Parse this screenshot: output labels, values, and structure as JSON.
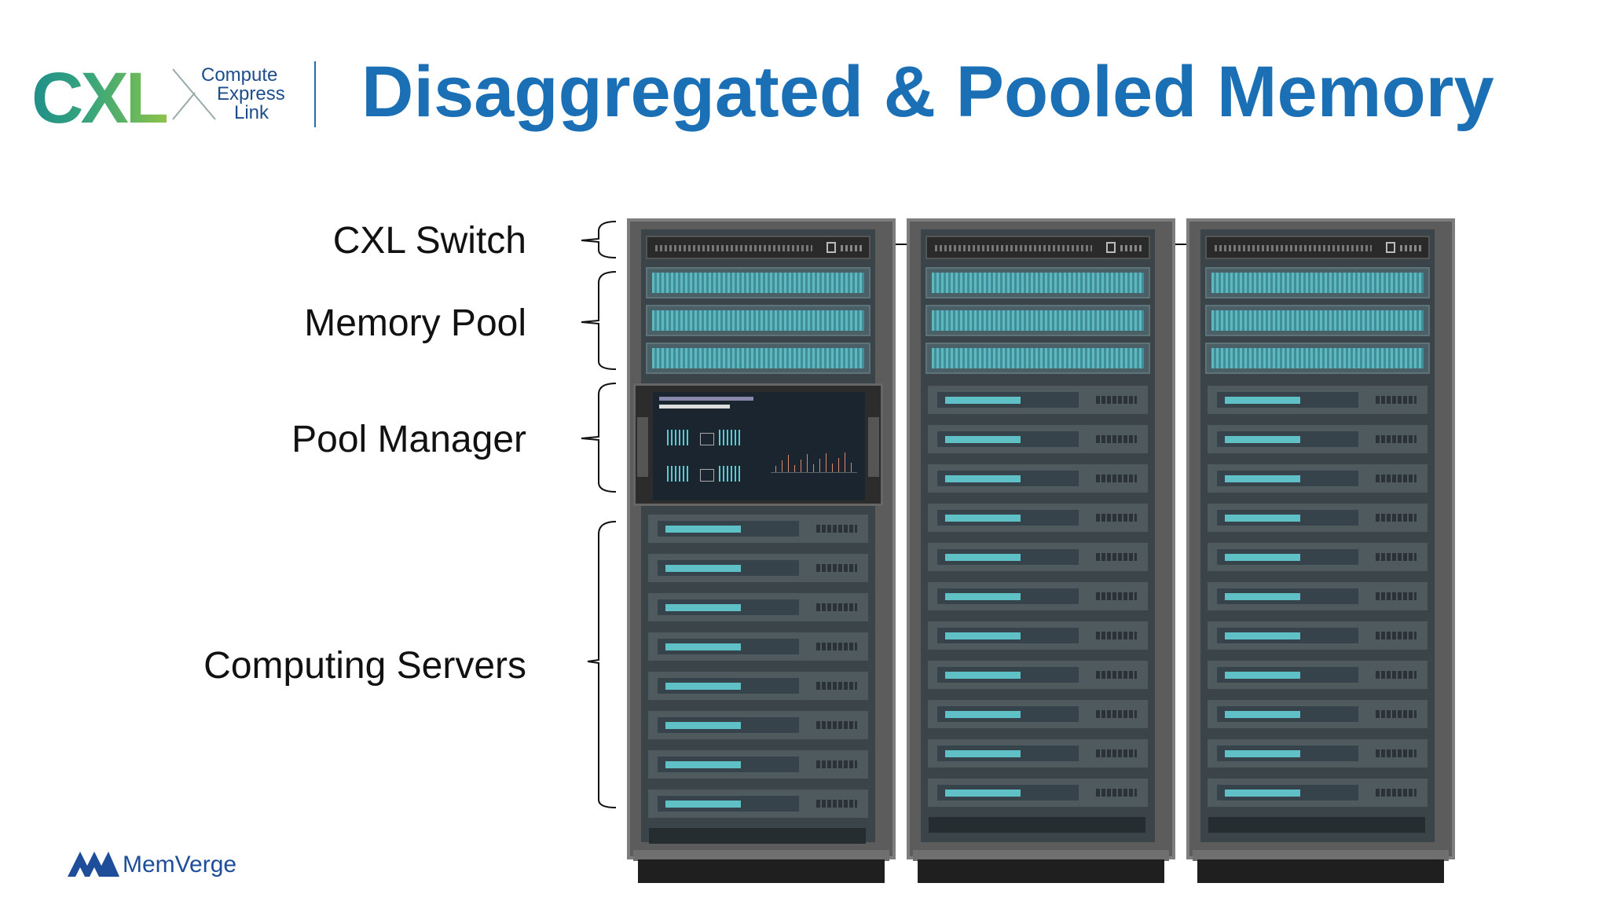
{
  "header": {
    "logo_letters": "CXL",
    "logo_sub": [
      "Compute",
      "Express",
      "Link"
    ],
    "title": "Disaggregated & Pooled Memory"
  },
  "labels": {
    "switch": "CXL Switch",
    "memory": "Memory Pool",
    "pool_manager": "Pool Manager",
    "compute": "Computing Servers"
  },
  "footer": {
    "brand": "MemVerge"
  },
  "racks": [
    {
      "switch_units": 1,
      "memory_units": 3,
      "pool_manager": true,
      "server_units": 8
    },
    {
      "switch_units": 1,
      "memory_units": 3,
      "pool_manager": false,
      "server_units": 11
    },
    {
      "switch_units": 1,
      "memory_units": 3,
      "pool_manager": false,
      "server_units": 11
    }
  ],
  "colors": {
    "title": "#1a6fb5",
    "accent_teal": "#5fc0c6",
    "rack": "#5c5c5c"
  }
}
